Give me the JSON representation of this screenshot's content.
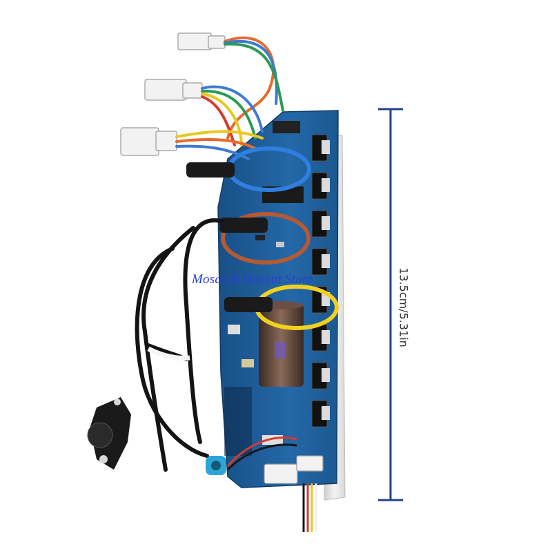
{
  "product_photo": {
    "subject": "controller-board",
    "watermark": "Mosaic&Vincent Store",
    "dimension_label": "13.5cm/5.31in",
    "colors": {
      "background": "#ffffff",
      "pcb": "#1f5f9a",
      "heatsink": "#e6e6e6",
      "dimension_line": "#23408e",
      "watermark": "#2a3fd0"
    }
  }
}
